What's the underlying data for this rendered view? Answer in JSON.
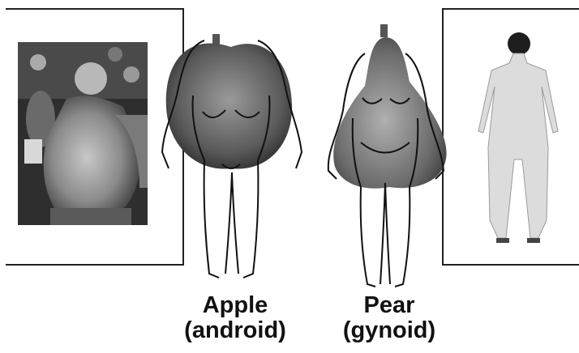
{
  "labels": {
    "apple": {
      "title": "Apple",
      "subtitle": "(android)"
    },
    "pear": {
      "title": "Pear",
      "subtitle": "(gynoid)"
    }
  },
  "colors": {
    "apple_dark": "#3a3a3a",
    "apple_light": "#9a9a9a",
    "pear_dark": "#4a4a4a",
    "pear_light": "#b0b0b0",
    "outline": "#111111",
    "frame": "#222222"
  }
}
